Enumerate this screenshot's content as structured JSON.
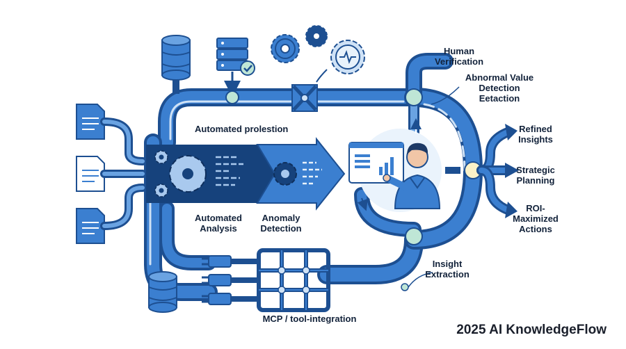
{
  "brand": "2025 AI KnowledgeFlow",
  "labels": {
    "human_verification": "Human\nVerification",
    "abnormal_value": "Abnormal Value\nDetection\nEetaction",
    "automated_prolestion": "Automated prolestion",
    "refined_insights": "Refined\nInsights",
    "strategic_planning": "Strategic\nPlanning",
    "roi_actions": "ROI-\nMaximized\nActions",
    "automated_analysis": "Automated\nAnalysis",
    "anomaly_detection": "Anomaly\nDetection",
    "insight_extraction": "Insight\nExtraction",
    "mcp_tool": "MCP / tool-integration"
  },
  "colors": {
    "dark_blue": "#1d4f91",
    "mid_blue": "#3b7fd0",
    "light_blue": "#cfe2f6",
    "node_green": "#bfe6d6",
    "node_yellow": "#fbf2c8",
    "panel_dark": "#16427c"
  },
  "icons": [
    "document-icon",
    "database-icon",
    "server-check-icon",
    "gear-icon",
    "heartbeat-gear-icon",
    "valve-icon",
    "analyst-person-icon",
    "dashboard-screen-icon",
    "plug-icon",
    "grid-manifold-icon"
  ]
}
